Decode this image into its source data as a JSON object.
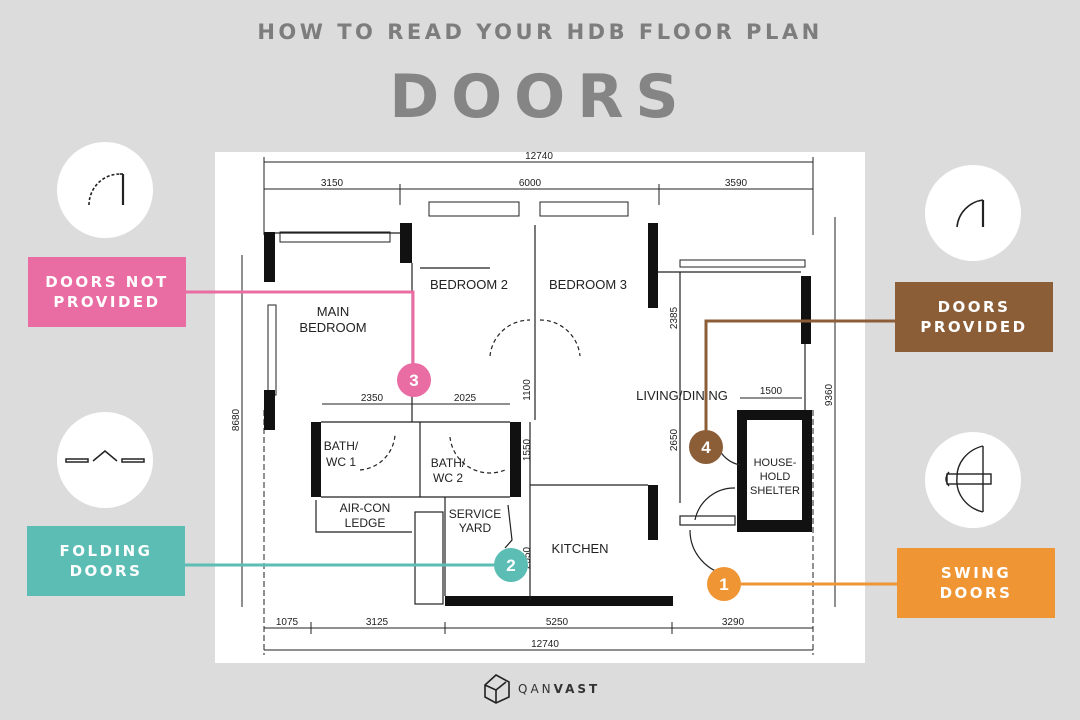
{
  "header": {
    "subtitle": "HOW TO READ YOUR HDB FLOOR PLAN",
    "title": "DOORS"
  },
  "legend": [
    {
      "label": "DOORS NOT\nPROVIDED",
      "color": "#e96ca2",
      "badge": "3",
      "icon": "dashed-door-arc-icon"
    },
    {
      "label": "FOLDING\nDOORS",
      "color": "#5cbdb5",
      "badge": "2",
      "icon": "folding-door-icon"
    },
    {
      "label": "DOORS\nPROVIDED",
      "color": "#8c5e38",
      "badge": "4",
      "icon": "door-arc-icon"
    },
    {
      "label": "SWING\nDOORS",
      "color": "#ef9534",
      "badge": "1",
      "icon": "swing-door-icon"
    }
  ],
  "plan": {
    "rooms": {
      "main_bedroom_1": "MAIN",
      "main_bedroom_2": "BEDROOM",
      "bedroom2": "BEDROOM 2",
      "bedroom3": "BEDROOM 3",
      "living": "LIVING/DINING",
      "bath1_1": "BATH/",
      "bath1_2": "WC 1",
      "bath2_1": "BATH/",
      "bath2_2": "WC 2",
      "aircon_1": "AIR-CON",
      "aircon_2": "LEDGE",
      "yard_1": "SERVICE",
      "yard_2": "YARD",
      "kitchen": "KITCHEN",
      "shelter_1": "HOUSE-",
      "shelter_2": "HOLD",
      "shelter_3": "SHELTER"
    },
    "dims": {
      "top_total": "12740",
      "top_a": "3150",
      "top_b": "6000",
      "top_c": "3590",
      "d2350": "2350",
      "d2025": "2025",
      "d1100": "1100",
      "d2385": "2385",
      "d2650": "2650",
      "d1500": "1500",
      "d9360": "9360",
      "d8680": "8680",
      "d1550": "1550",
      "d2550": "2550",
      "bot_a": "1075",
      "bot_b": "3125",
      "bot_c": "5250",
      "bot_d": "3290",
      "bot_total": "12740"
    }
  },
  "logo": {
    "light": "QAN",
    "bold": "VAST"
  }
}
